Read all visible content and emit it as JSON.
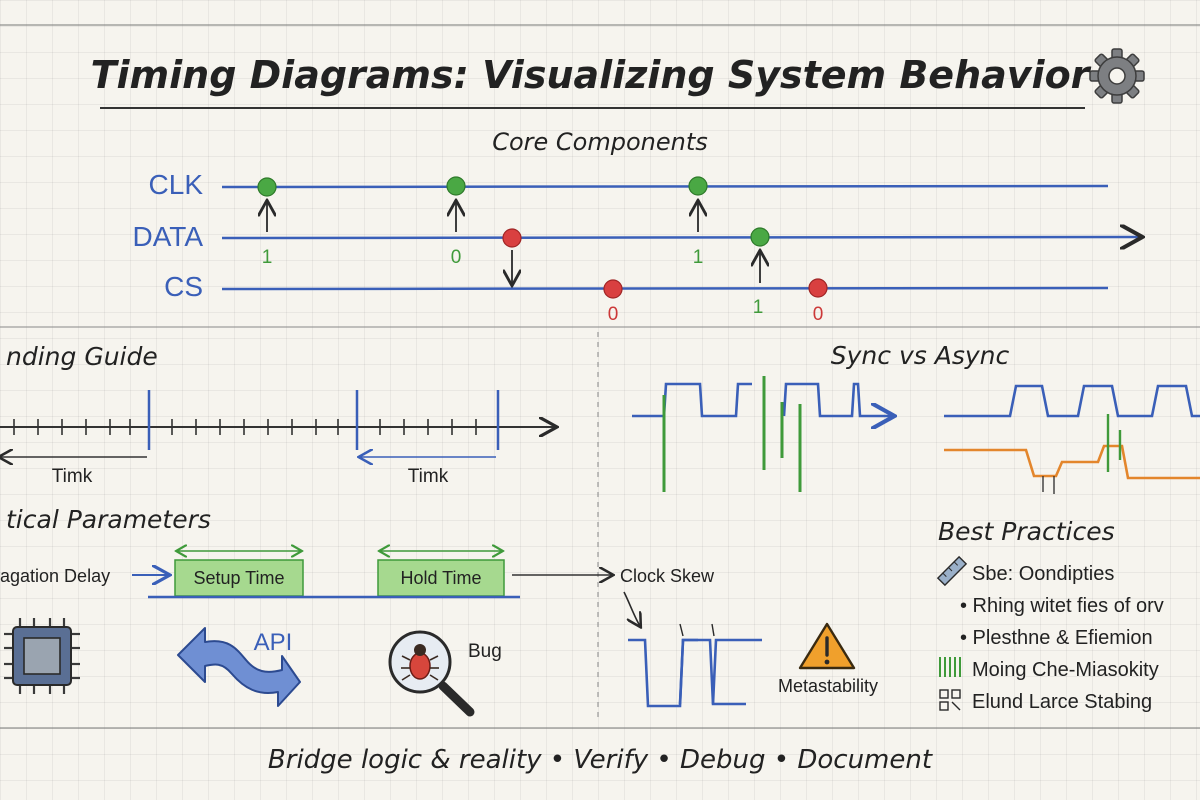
{
  "title": "Timing Diagrams: Visualizing System Behavior",
  "core": {
    "heading": "Core Components",
    "signals": [
      {
        "name": "CLK",
        "events": [
          {
            "label": "1",
            "color": "green"
          },
          {
            "label": "0",
            "color": "green"
          },
          {
            "label": "1",
            "color": "green"
          }
        ]
      },
      {
        "name": "DATA",
        "events": [
          {
            "label": "",
            "color": "red"
          },
          {
            "label": "",
            "color": "green"
          }
        ]
      },
      {
        "name": "CS",
        "events": [
          {
            "label": "0",
            "color": "red"
          },
          {
            "label": "1",
            "color": "green"
          },
          {
            "label": "0",
            "color": "red"
          }
        ]
      }
    ]
  },
  "reading": {
    "heading": "nding Guide",
    "span_left": "Timk",
    "span_right": "Timk"
  },
  "parameters": {
    "heading": "tical Parameters",
    "propagation": "agation Delay",
    "setup": "Setup Time",
    "hold": "Hold Time",
    "clock_skew": "Clock Skew"
  },
  "icons": {
    "chip": "chip-icon",
    "api_label": "API",
    "bug_label": "Bug",
    "metastability": "Metastability"
  },
  "sync": {
    "heading": "Sync vs Async"
  },
  "best_practices": {
    "heading": "Best Practices",
    "items": [
      "Sbe: Oondipties",
      "• Rhing witet fies of orv",
      "• Plesthne & Efiemion",
      "Moing Che-Miasokity",
      "Elund Larce Stabing"
    ]
  },
  "footer": "Bridge logic & reality • Verify • Debug • Document",
  "colors": {
    "blue": "#3a5fb8",
    "green": "#3f9a3a",
    "red": "#cc3838",
    "orange": "#e3862c",
    "ink": "#2a2a2a",
    "highlight": "#a6d98f"
  }
}
